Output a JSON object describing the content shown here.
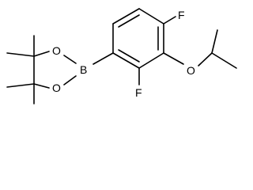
{
  "molecule": {
    "atoms": {
      "f_top": "F",
      "f_bottom": "F",
      "o_ether": "O",
      "b": "B",
      "o_ring_top": "O",
      "o_ring_bottom": "O"
    }
  }
}
